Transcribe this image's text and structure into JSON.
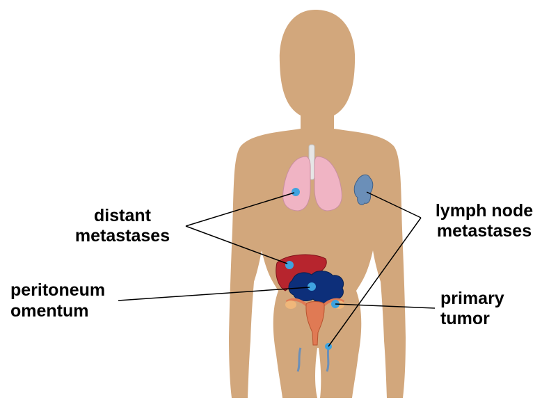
{
  "labels": {
    "distant_line1": "distant",
    "distant_line2": "metastases",
    "lymph_line1": "lymph node",
    "lymph_line2": "metastases",
    "peritoneum_line1": "peritoneum",
    "peritoneum_line2": "omentum",
    "primary_line1": "primary",
    "primary_line2": "tumor"
  },
  "colors": {
    "body": "#d2a77c",
    "lung": "#f0b4c4",
    "lung_edge": "#c98ea0",
    "trachea": "#e6e6e6",
    "liver": "#b7252e",
    "omentum": "#0d2f7a",
    "uterus": "#e07a54",
    "ovary": "#f0b77a",
    "tumor": "#3fa3df",
    "lymph": "#6b8fb8",
    "leader": "#000000"
  }
}
